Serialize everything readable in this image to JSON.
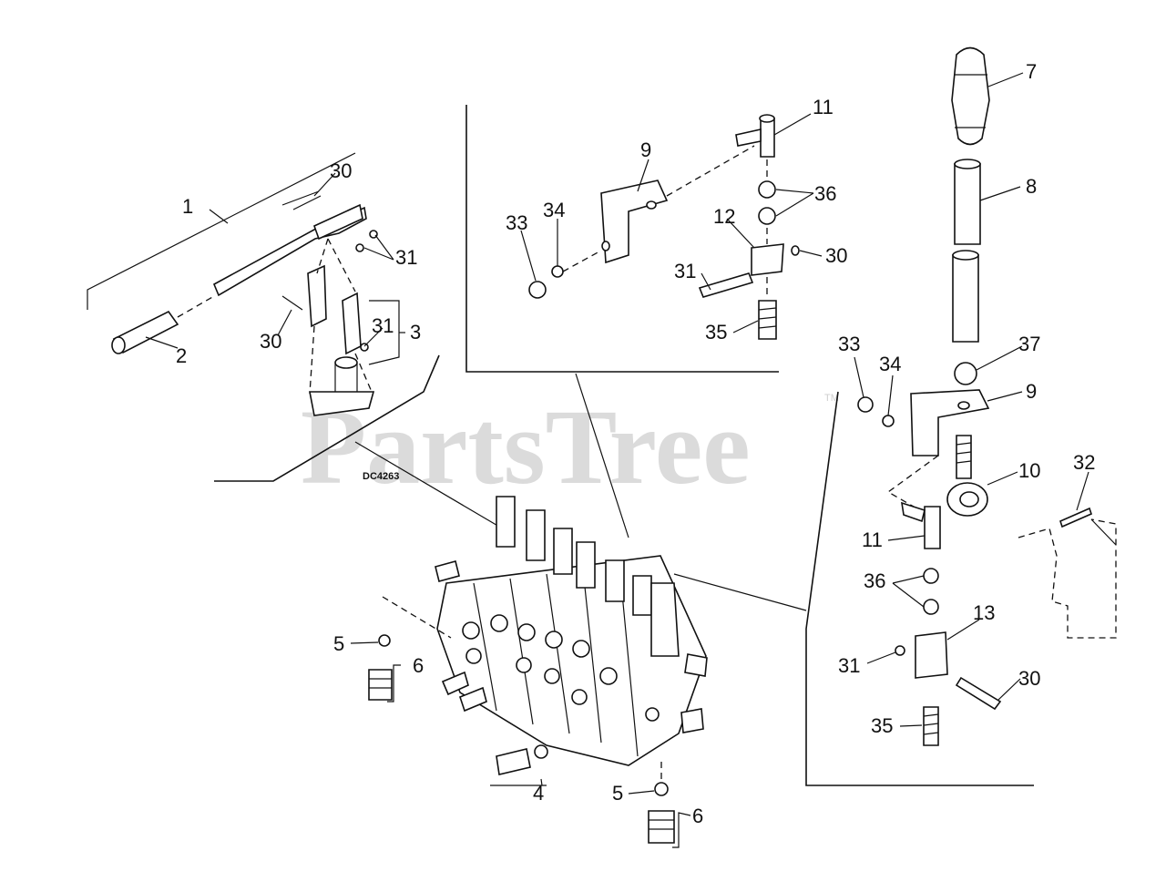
{
  "diagram_code": "DC4263",
  "watermark": "PartsTree",
  "watermark_tm": "TM",
  "callouts": [
    "1",
    "2",
    "30",
    "31",
    "30",
    "31",
    "3",
    "9",
    "33",
    "34",
    "11",
    "36",
    "12",
    "31",
    "30",
    "35",
    "7",
    "8",
    "33",
    "37",
    "34",
    "9",
    "10",
    "32",
    "11",
    "36",
    "13",
    "31",
    "30",
    "35",
    "5",
    "6",
    "4",
    "5",
    "6"
  ]
}
